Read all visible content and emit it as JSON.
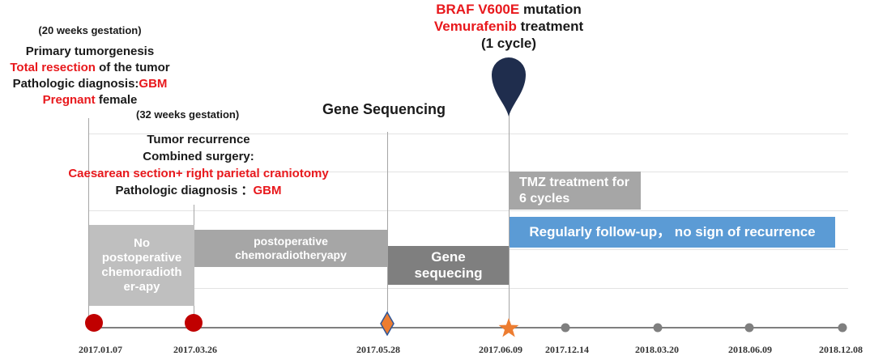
{
  "annotations": {
    "event1": {
      "gestation": "(20 weeks gestation)",
      "line1": "Primary  tumorgenesis",
      "line2_red": "Total resection",
      "line2_rest": " of the tumor",
      "line3_prefix": "Pathologic diagnosis:",
      "line3_red": "GBM",
      "line4_red": "Pregnant",
      "line4_rest": " female"
    },
    "event2": {
      "gestation": "(32 weeks gestation)",
      "line1": "Tumor recurrence",
      "line2": "Combined surgery:",
      "line3_red": "Caesarean section+ right parietal craniotomy",
      "line4_prefix": "Pathologic diagnosis ：",
      "line4_red": "GBM"
    },
    "gene_sequencing_title": "Gene Sequencing",
    "event4": {
      "line1_red": "BRAF V600E",
      "line1_rest": " mutation",
      "line2_red": "Vemurafenib",
      "line2_rest": " treatment",
      "line3": "(1 cycle)"
    }
  },
  "bars": {
    "no_chemo": "No postoperative chemoradioth er-apy",
    "postop": "postoperative chemoradiotheryapy",
    "gene_seq": "Gene sequecing",
    "tmz": "TMZ treatment for 6 cycles",
    "followup": "Regularly follow-up， no sign of recurrence"
  },
  "timeline": {
    "dates": [
      "2017.01.07",
      "2017.03.26",
      "2017.05.28",
      "2017.06.09",
      "2017.12.14",
      "2018.03.20",
      "2018.06.09",
      "2018.12.08"
    ]
  },
  "colors": {
    "red_text": "#e8181c",
    "red_marker": "#c00000",
    "bar_light": "#bfbfbf",
    "bar_mid": "#a6a6a6",
    "bar_dark": "#7f7f7f",
    "bar_blue": "#5b9bd5",
    "diamond": "#ed7d31",
    "star": "#ed7d31",
    "pin": "#1f2d4d"
  }
}
